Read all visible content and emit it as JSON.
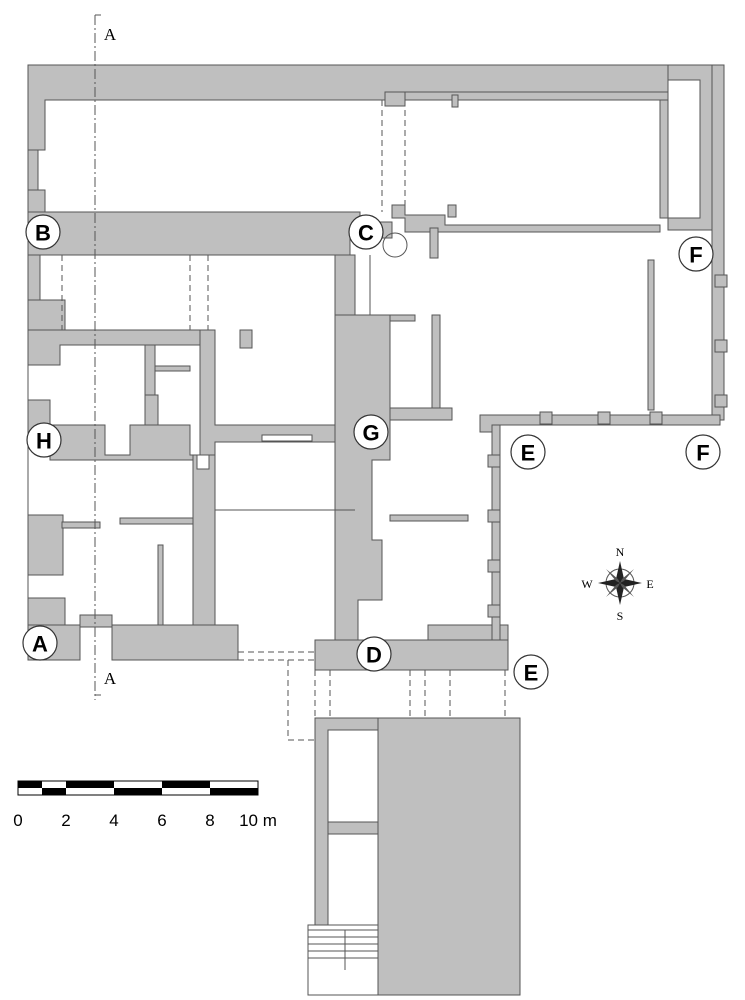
{
  "markers": {
    "A": "A",
    "B": "B",
    "C": "C",
    "D": "D",
    "E1": "E",
    "E2": "E",
    "F1": "F",
    "F2": "F",
    "G": "G",
    "H": "H"
  },
  "section": {
    "top": "A",
    "bottom": "A"
  },
  "compass": {
    "north": "N",
    "south": "S",
    "east": "E",
    "west": "W"
  },
  "scale": {
    "ticks": [
      "0",
      "2",
      "4",
      "6",
      "8",
      "10 m"
    ]
  },
  "colors": {
    "wall": "#bfbfbf",
    "line": "#555555"
  }
}
